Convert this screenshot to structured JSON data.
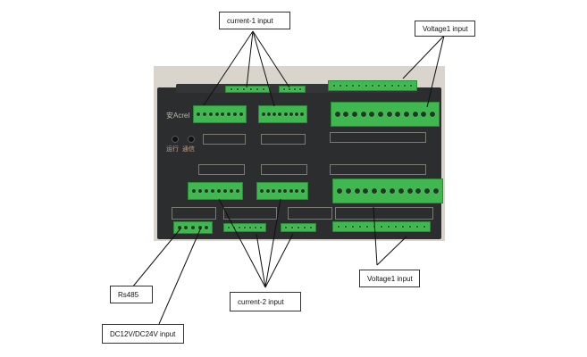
{
  "diagram": {
    "subject": "multi-channel power meter wiring terminals",
    "device_marks": {
      "brand_text": "安Acrel",
      "run_label": "运行",
      "comm_label": "通信"
    },
    "callouts": [
      {
        "id": "current-1",
        "text": "current-1 input"
      },
      {
        "id": "voltage1-top",
        "text": "Voltage1 input"
      },
      {
        "id": "rs485",
        "text": "Rs485"
      },
      {
        "id": "dc-power",
        "text": "DC12V/DC24V input"
      },
      {
        "id": "current-2",
        "text": "current-2 input"
      },
      {
        "id": "voltage1-bottom",
        "text": "Voltage1 input"
      }
    ],
    "colors": {
      "terminal_green": "#3fb94f",
      "device_body": "#2b2d2e",
      "line": "#111111"
    }
  }
}
